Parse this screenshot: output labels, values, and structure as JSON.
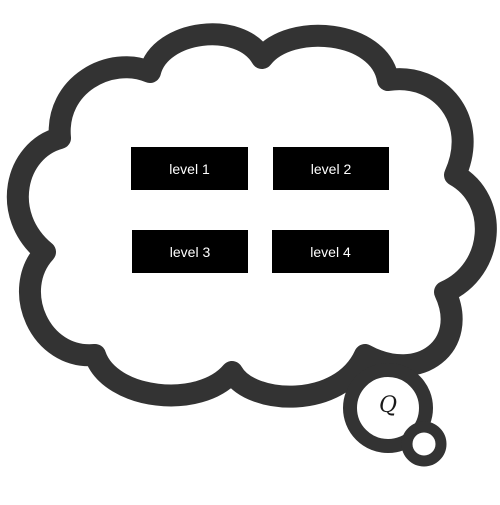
{
  "colors": {
    "bubble_outline": "#333333",
    "bubble_fill": "#ffffff",
    "button_bg": "#000000",
    "button_text": "#ffffff"
  },
  "levels": [
    {
      "label": "level 1"
    },
    {
      "label": "level 2"
    },
    {
      "label": "level 3"
    },
    {
      "label": "level 4"
    }
  ],
  "logo": {
    "letter": "Q"
  }
}
